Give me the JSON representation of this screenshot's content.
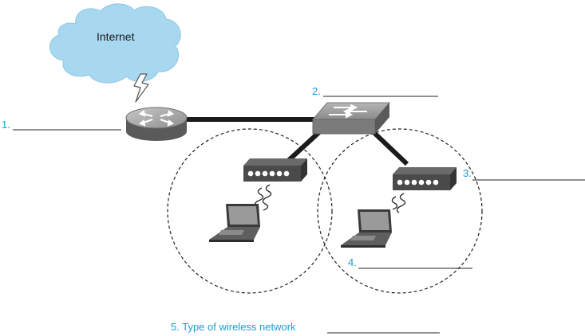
{
  "cloud": {
    "label": "Internet"
  },
  "labels": {
    "l1": "1.",
    "l2": "2.",
    "l3": "3.",
    "l4": "4.",
    "l5": "5. Type of wireless network"
  },
  "colors": {
    "label": "#1a9cd8",
    "cloud": "#a8d8f0",
    "device_dark": "#4a4a4a",
    "device_light": "#8c8c8c",
    "link": "#1b1b1b"
  },
  "icons": [
    "cloud-icon",
    "lightning-icon",
    "router-icon",
    "switch-icon",
    "access-point-icon",
    "laptop-icon",
    "wireless-signal-icon"
  ]
}
